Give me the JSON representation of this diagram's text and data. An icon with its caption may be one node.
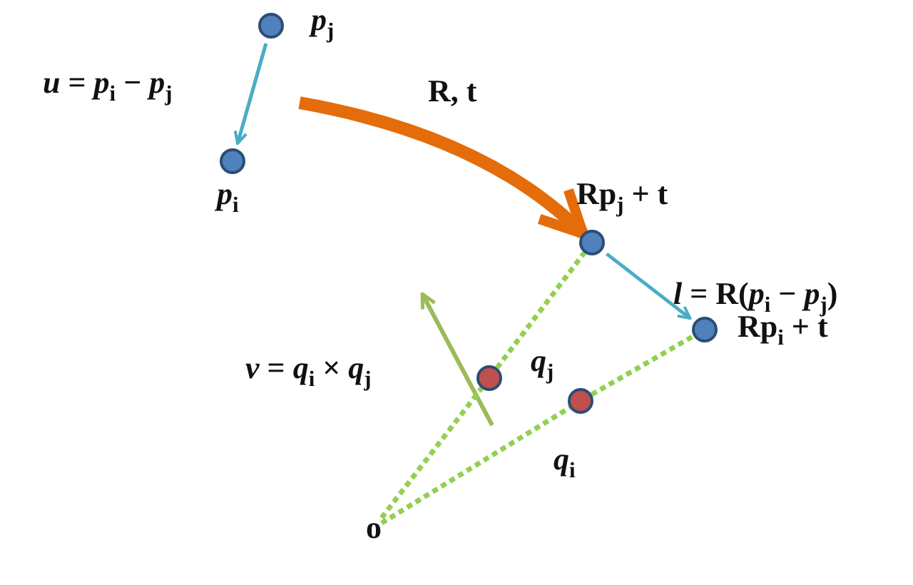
{
  "diagram": {
    "nodes": [
      {
        "text": [],
        "shape": "circle",
        "beside": [
          "*p*$_{j}$"
        ]
      },
      {
        "text": [],
        "shape": "circle",
        "beside": [
          "*p*$_{i}$"
        ]
      },
      {
        "text": [],
        "shape": "circle",
        "beside": [
          "Rp$_{j}$ + t"
        ]
      },
      {
        "text": [],
        "shape": "circle",
        "beside": [
          "Rp$_{i}$ + t"
        ]
      },
      {
        "text": [],
        "shape": "circle",
        "beside": [
          "*q*$_{j}$"
        ]
      },
      {
        "text": [],
        "shape": "circle",
        "beside": [
          "*q*$_{i}$"
        ]
      },
      {
        "text": [
          "o"
        ]
      }
    ],
    "edges": [
      {
        "from": 0,
        "to": 1,
        "arrow": "to",
        "label": "*u* = *p*$_{i}$ − *p*$_{j}$",
        "color": "#4bacc6"
      },
      {
        "from": null,
        "to": 2,
        "arrow": "to",
        "label": "R, t",
        "style": "thick",
        "color": "#e46c0a"
      },
      {
        "from": 2,
        "to": 3,
        "arrow": "to",
        "label": "*l* = R(*p*$_{i}$ − *p*$_{j}$)",
        "color": "#4bacc6"
      },
      {
        "from": 6,
        "to": 4,
        "arrow": "none",
        "style": "dashed"
      },
      {
        "from": 4,
        "to": 2,
        "arrow": "none",
        "style": "dashed"
      },
      {
        "from": 6,
        "to": 5,
        "arrow": "none",
        "style": "dashed"
      },
      {
        "from": 5,
        "to": 3,
        "arrow": "none",
        "style": "dashed"
      }
    ],
    "labels": [
      "*v* = *q*$_{i}$ × *q*$_{j}$"
    ]
  }
}
